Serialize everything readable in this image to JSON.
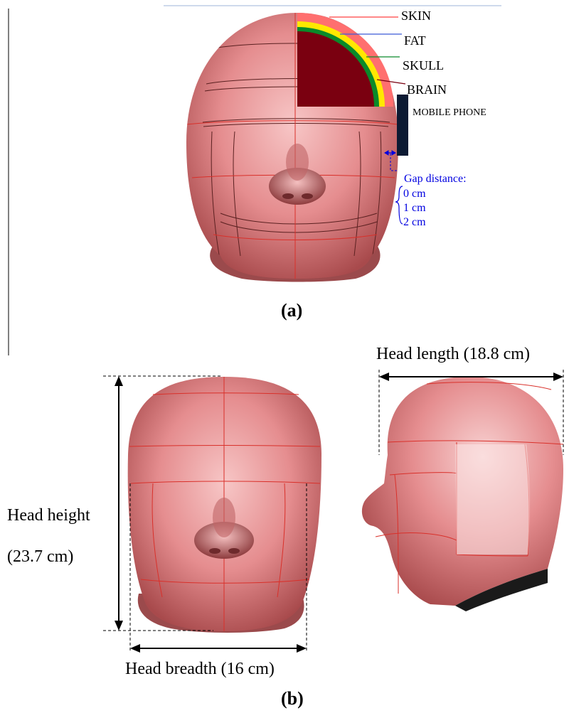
{
  "panel_a": {
    "layers": [
      {
        "name": "SKIN",
        "color": "#ff6f6f"
      },
      {
        "name": "FAT",
        "color": "#ffe800"
      },
      {
        "name": "SKULL",
        "color": "#0a8a2a"
      },
      {
        "name": "BRAIN",
        "color": "#7a0010"
      }
    ],
    "mobile_phone": "MOBILE PHONE",
    "gap_title": "Gap distance:",
    "gaps": [
      "0 cm",
      "1 cm",
      "2 cm"
    ],
    "caption": "(a)"
  },
  "panel_b": {
    "head_height_label": "Head height",
    "head_height_value": "(23.7 cm)",
    "head_breadth": "Head breadth (16 cm)",
    "head_length": "Head length (18.8 cm)",
    "caption": "(b)"
  },
  "colors": {
    "head_skin": "#e6878a",
    "mesh_lines": "#d9302a",
    "phone": "#0c1a33",
    "gap_text": "#0000e0"
  }
}
